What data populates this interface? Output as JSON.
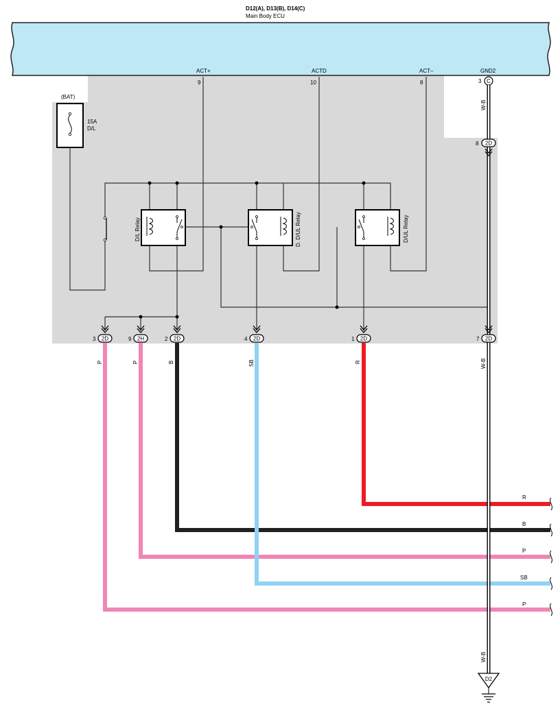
{
  "header": {
    "connectors": "D12(A), D13(B), D14(C)",
    "component": "Main Body ECU"
  },
  "ecu_pins": [
    {
      "name": "ACT+",
      "pin": "9"
    },
    {
      "name": "ACTD",
      "pin": "10"
    },
    {
      "name": "ACT–",
      "pin": "8"
    },
    {
      "name": "GND2",
      "pin": "3",
      "connector": "C"
    }
  ],
  "fuse": {
    "source": "(BAT)",
    "rating": "15A",
    "name": "D/L"
  },
  "relays": [
    "D/L Relay",
    "D. D/UL Relay",
    "D/UL Relay"
  ],
  "junction_top": {
    "pin": "8",
    "connector": "2D"
  },
  "bottom_connectors": [
    {
      "pin": "3",
      "connector": "2D",
      "wire": "P"
    },
    {
      "pin": "9",
      "connector": "2H",
      "wire": "P"
    },
    {
      "pin": "2",
      "connector": "2D",
      "wire": "B"
    },
    {
      "pin": "4",
      "connector": "2D",
      "wire": "SB"
    },
    {
      "pin": "1",
      "connector": "2D",
      "wire": "R"
    },
    {
      "pin": "7",
      "connector": "2D",
      "wire": "W-B"
    }
  ],
  "gnd_wire": {
    "upper": "W-B",
    "lower": "W-B"
  },
  "right_wires": [
    "R",
    "B",
    "P",
    "SB",
    "P"
  ],
  "ground": "D2",
  "colors": {
    "ecu_fill": "#bfe8f7",
    "junction_block": "#d9d9d9",
    "pink": "#ef86b6",
    "black": "#231f20",
    "sky_blue": "#8fd3f2",
    "red": "#ed1c24"
  }
}
